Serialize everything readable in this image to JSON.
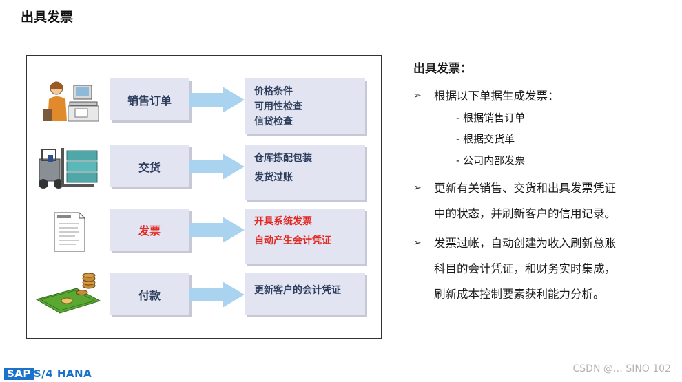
{
  "page_title": "出具发票",
  "diagram": {
    "stages": [
      {
        "illustration": "sales-clerk-at-computer-icon",
        "step_label": "销售订单",
        "details": [
          "价格条件",
          "可用性检查",
          "信贷检查"
        ],
        "highlight": false
      },
      {
        "illustration": "forklift-with-boxes-icon",
        "step_label": "交货",
        "details": [
          "仓库拣配包装",
          "发货过账"
        ],
        "highlight": false
      },
      {
        "illustration": "invoice-document-icon",
        "step_label": "发票",
        "details": [
          "开具系统发票",
          "自动产生会计凭证"
        ],
        "highlight": true
      },
      {
        "illustration": "cash-and-coins-icon",
        "step_label": "付款",
        "details": [
          "更新客户的会计凭证"
        ],
        "highlight": false
      }
    ],
    "colors": {
      "box_fill": "#e3e4f1",
      "text_default": "#2c3e5c",
      "text_highlight": "#e12a24",
      "arrow_fill": "#a9d3ef"
    }
  },
  "notes": {
    "title": "出具发票：",
    "bullet_mark": "➢",
    "bullet1": {
      "text": "根据以下单据生成发票：",
      "subitems": [
        "- 根据销售订单",
        "- 根据交货单",
        "- 公司内部发票"
      ]
    },
    "bullet2": {
      "line1": "更新有关销售、交货和出具发票凭证",
      "line2": "中的状态，并刷新客户的信用记录。"
    },
    "bullet3": {
      "line1": "发票过帐，自动创建为收入刷新总账",
      "line2": "科目的会计凭证，和财务实时集成，",
      "line3": "刷新成本控制要素获利能力分析。"
    }
  },
  "footer": {
    "logo_prefix": "SAP",
    "logo_text": "S/4 HANA",
    "watermark": "CSDN @… SINO 102"
  }
}
